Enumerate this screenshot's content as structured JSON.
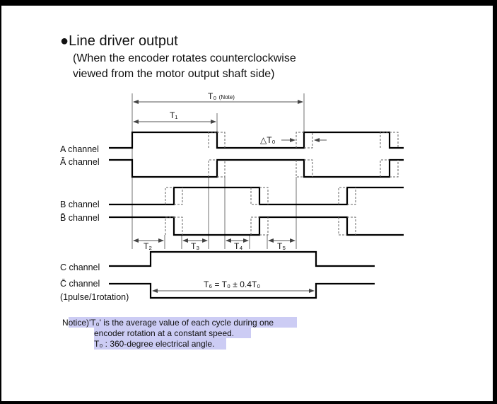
{
  "title": "●Line driver output",
  "subtitle": [
    "(When the encoder rotates counterclockwise",
    "viewed from the motor output shaft side)"
  ],
  "channels": {
    "a": "A channel",
    "a_bar": "Ā channel",
    "b": "B channel",
    "b_bar": "B̄ channel",
    "c": "C channel",
    "c_bar": "C̄ channel",
    "c_note": "(1pulse/1rotation)"
  },
  "timings": {
    "t0": "T₀",
    "t0_note": "(Note)",
    "t1": "T₁",
    "t2": "T₂",
    "t3": "T₃",
    "t4": "T₄",
    "t5": "T₅",
    "delta_t0": "△T₀",
    "t6": "T₆ = T₀ ± 0.4T₀"
  },
  "notice": {
    "line1": "Notice)'T₀' is the average value of each cycle during one",
    "line2": "encoder rotation at a constant speed.",
    "line3": "T₀ : 360-degree electrical angle."
  },
  "colors": {
    "highlight": "#ccccf4",
    "frame": "#000000"
  }
}
